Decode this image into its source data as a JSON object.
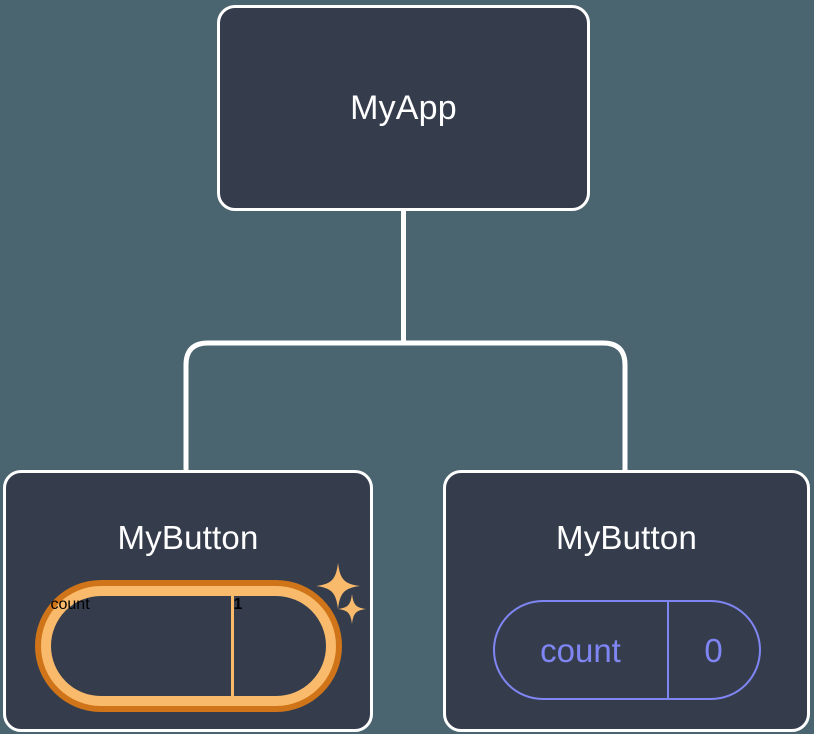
{
  "diagram": {
    "type": "component-tree",
    "background_color": "#4b6570",
    "node_fill": "#353d4d",
    "node_border": "#ffffff",
    "connector_color": "#ffffff",
    "accent_highlight": "#f9ba6b",
    "accent_highlight_dark": "#cf7418",
    "state_color": "#7f86f4"
  },
  "root": {
    "label": "MyApp"
  },
  "children": [
    {
      "label": "MyButton",
      "highlighted": true,
      "state": {
        "key": "count",
        "value": "1"
      },
      "sparkles": [
        "sparkle-large",
        "sparkle-small"
      ]
    },
    {
      "label": "MyButton",
      "highlighted": false,
      "state": {
        "key": "count",
        "value": "0"
      }
    }
  ]
}
